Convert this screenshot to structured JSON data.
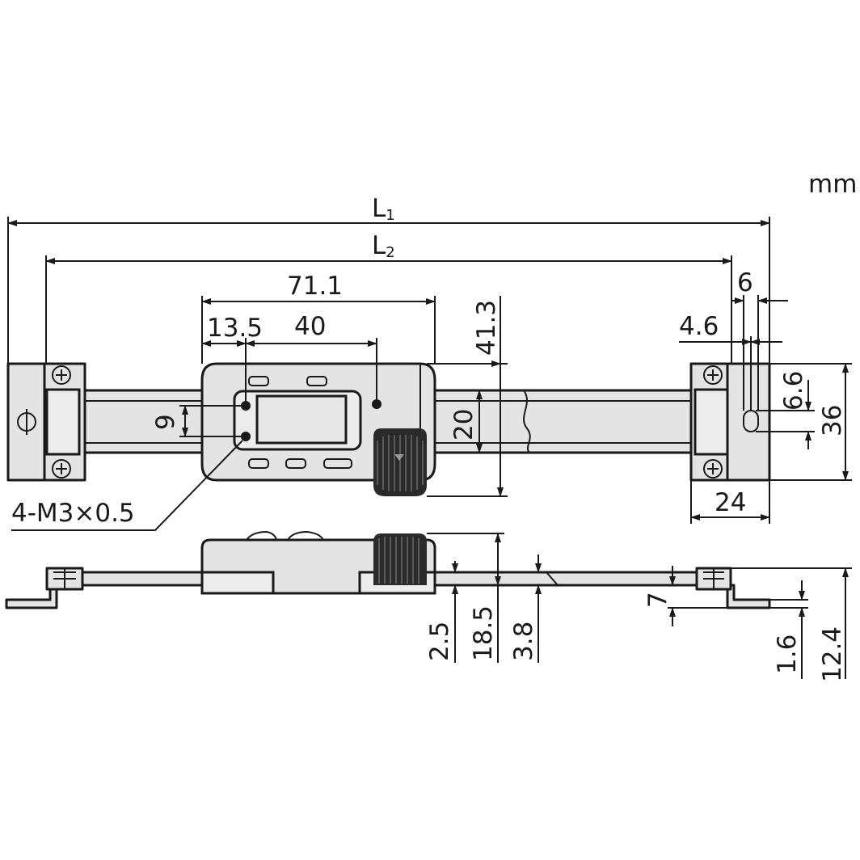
{
  "unit": "mm",
  "length_labels": {
    "l1": {
      "letter": "L",
      "subscript": "1"
    },
    "l2": {
      "letter": "L",
      "subscript": "2"
    }
  },
  "dimensions": {
    "d_71_1": "71.1",
    "d_13_5": "13.5",
    "d_40": "40",
    "d_41_3": "41.3",
    "d_9": "9",
    "d_20": "20",
    "d_6": "6",
    "d_4_6": "4.6",
    "d_6_6": "6.6",
    "d_36": "36",
    "d_24": "24",
    "d_2_5": "2.5",
    "d_18_5": "18.5",
    "d_3_8": "3.8",
    "d_7": "7",
    "d_1_6": "1.6",
    "d_12_4": "12.4"
  },
  "callouts": {
    "thread": "4-M3×0.5"
  }
}
